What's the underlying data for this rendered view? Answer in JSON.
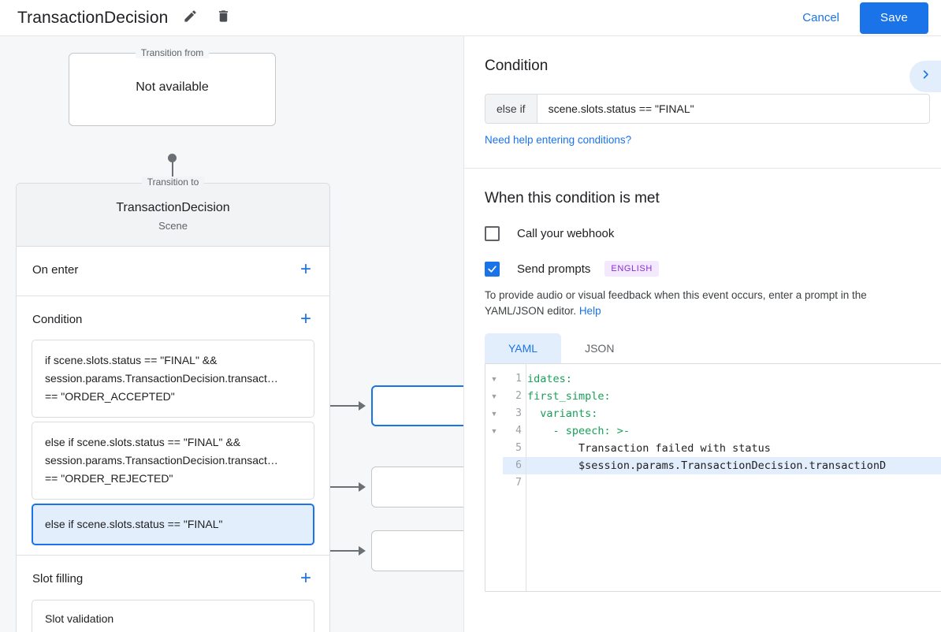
{
  "topbar": {
    "title": "TransactionDecision",
    "edit_icon": "pencil-icon",
    "delete_icon": "trash-icon",
    "cancel_label": "Cancel",
    "save_label": "Save",
    "accent_color": "#1a73e8"
  },
  "canvas": {
    "transition_from": {
      "legend": "Transition from",
      "value": "Not available"
    },
    "transition_to": {
      "legend": "Transition to",
      "name": "TransactionDecision",
      "type": "Scene"
    },
    "sections": {
      "on_enter": {
        "title": "On enter",
        "add_label": "+"
      },
      "condition": {
        "title": "Condition",
        "add_label": "+"
      },
      "slot_filling": {
        "title": "Slot filling",
        "add_label": "+",
        "item": "Slot validation"
      }
    },
    "conditions": [
      {
        "text": "if scene.slots.status == \"FINAL\" &&\nsession.params.TransactionDecision.transact…\n== \"ORDER_ACCEPTED\"",
        "selected": false
      },
      {
        "text": "else if scene.slots.status == \"FINAL\" &&\nsession.params.TransactionDecision.transact…\n== \"ORDER_REJECTED\"",
        "selected": false
      },
      {
        "text": "else if scene.slots.status == \"FINAL\"",
        "selected": true
      }
    ]
  },
  "panel": {
    "condition_heading": "Condition",
    "expand_icon": "chevron-right-icon",
    "condition_prefix": "else if",
    "condition_value": "scene.slots.status == \"FINAL\"",
    "help_conditions_link": "Need help entering conditions?",
    "when_met_heading": "When this condition is met",
    "webhook_label": "Call your webhook",
    "webhook_checked": false,
    "prompts_label": "Send prompts",
    "prompts_checked": true,
    "language_badge": "ENGLISH",
    "prompt_description": "To provide audio or visual feedback when this event occurs, enter a prompt in the YAML/JSON editor.",
    "help_link": "Help",
    "tabs": [
      {
        "label": "YAML",
        "active": true
      },
      {
        "label": "JSON",
        "active": false
      }
    ],
    "editor": {
      "lines": [
        {
          "num": "1",
          "text": "idates:",
          "fold": true,
          "keyword": true,
          "highlight": false
        },
        {
          "num": "2",
          "text": "first_simple:",
          "fold": true,
          "keyword": true,
          "highlight": false
        },
        {
          "num": "3",
          "text": "  variants:",
          "fold": true,
          "keyword": true,
          "highlight": false
        },
        {
          "num": "4",
          "text": "    - speech: >-",
          "fold": true,
          "keyword": true,
          "highlight": false
        },
        {
          "num": "5",
          "text": "        Transaction failed with status",
          "fold": false,
          "keyword": false,
          "highlight": false
        },
        {
          "num": "6",
          "text": "        $session.params.TransactionDecision.transactionD",
          "fold": false,
          "keyword": false,
          "highlight": true
        },
        {
          "num": "7",
          "text": "",
          "fold": false,
          "keyword": false,
          "highlight": false
        }
      ]
    }
  }
}
